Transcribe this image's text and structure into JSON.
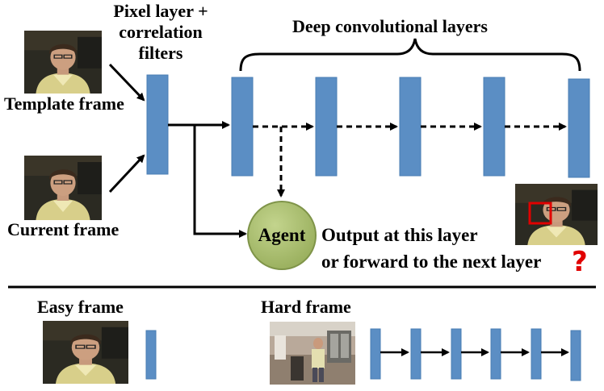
{
  "labels": {
    "pixel_layer": [
      "Pixel layer +",
      "correlation",
      "filters"
    ],
    "deep_layers": "Deep convolutional layers",
    "template_frame": "Template frame",
    "current_frame": "Current frame",
    "agent": "Agent",
    "output_line1": "Output at this layer",
    "output_line2": "or forward to the next layer",
    "question_mark": "?",
    "easy_frame": "Easy frame",
    "hard_frame": "Hard frame"
  },
  "colors": {
    "layer_fill": "#5b8ec4",
    "layer_edge": "#3f6fa3",
    "agent_fill": "#a9bf6e",
    "agent_edge": "#7f9449",
    "arrow": "#000000",
    "bbox": "#e00000",
    "question": "#e10000"
  },
  "icons": {
    "template_photo": "person-photo",
    "current_photo": "person-photo",
    "output_photo": "person-photo-with-red-box",
    "easy_photo": "person-photo",
    "hard_photo": "person-in-room-photo"
  }
}
